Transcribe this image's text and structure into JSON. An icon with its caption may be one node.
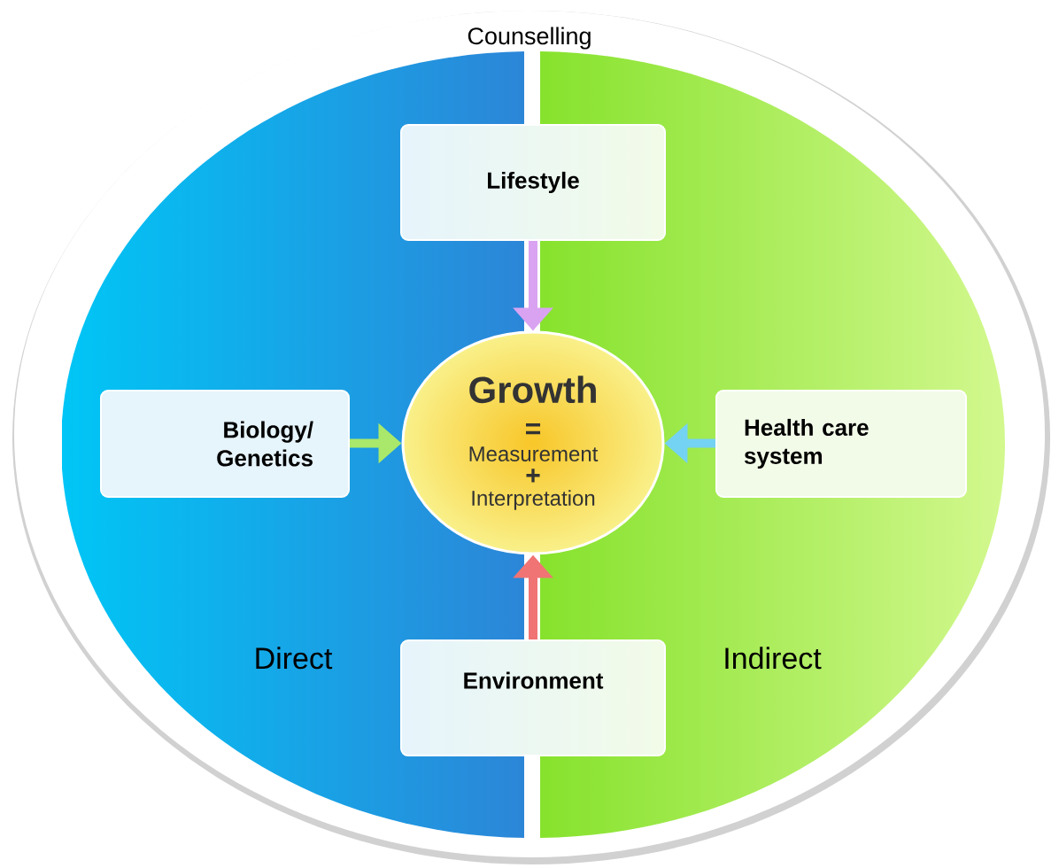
{
  "diagram": {
    "nodes": [
      {
        "text": [
          "Counselling"
        ]
      },
      {
        "text": [
          "Direct"
        ],
        "in": 0
      },
      {
        "text": [
          "Indirect"
        ],
        "in": 0
      },
      {
        "text": [
          "Lifestyle"
        ],
        "in": 0
      },
      {
        "text": [
          "Biology/ Genetics"
        ],
        "in": 0
      },
      {
        "text": [
          "Growth",
          "=",
          "Measurement",
          "+",
          "Interpretation"
        ],
        "in": 0
      },
      {
        "text": [
          "Health care system"
        ],
        "in": 0
      },
      {
        "text": [
          "Environment"
        ],
        "in": 0
      }
    ],
    "edges": [
      {
        "from": 3,
        "to": 5,
        "arrow": "to",
        "color": "#d9a3f2"
      },
      {
        "from": 4,
        "to": 5,
        "arrow": "to",
        "color": "#a9e86a"
      },
      {
        "from": 6,
        "to": 5,
        "arrow": "to",
        "color": "#74d2f2"
      },
      {
        "from": 7,
        "to": 5,
        "arrow": "to",
        "color": "#f07474"
      }
    ]
  }
}
